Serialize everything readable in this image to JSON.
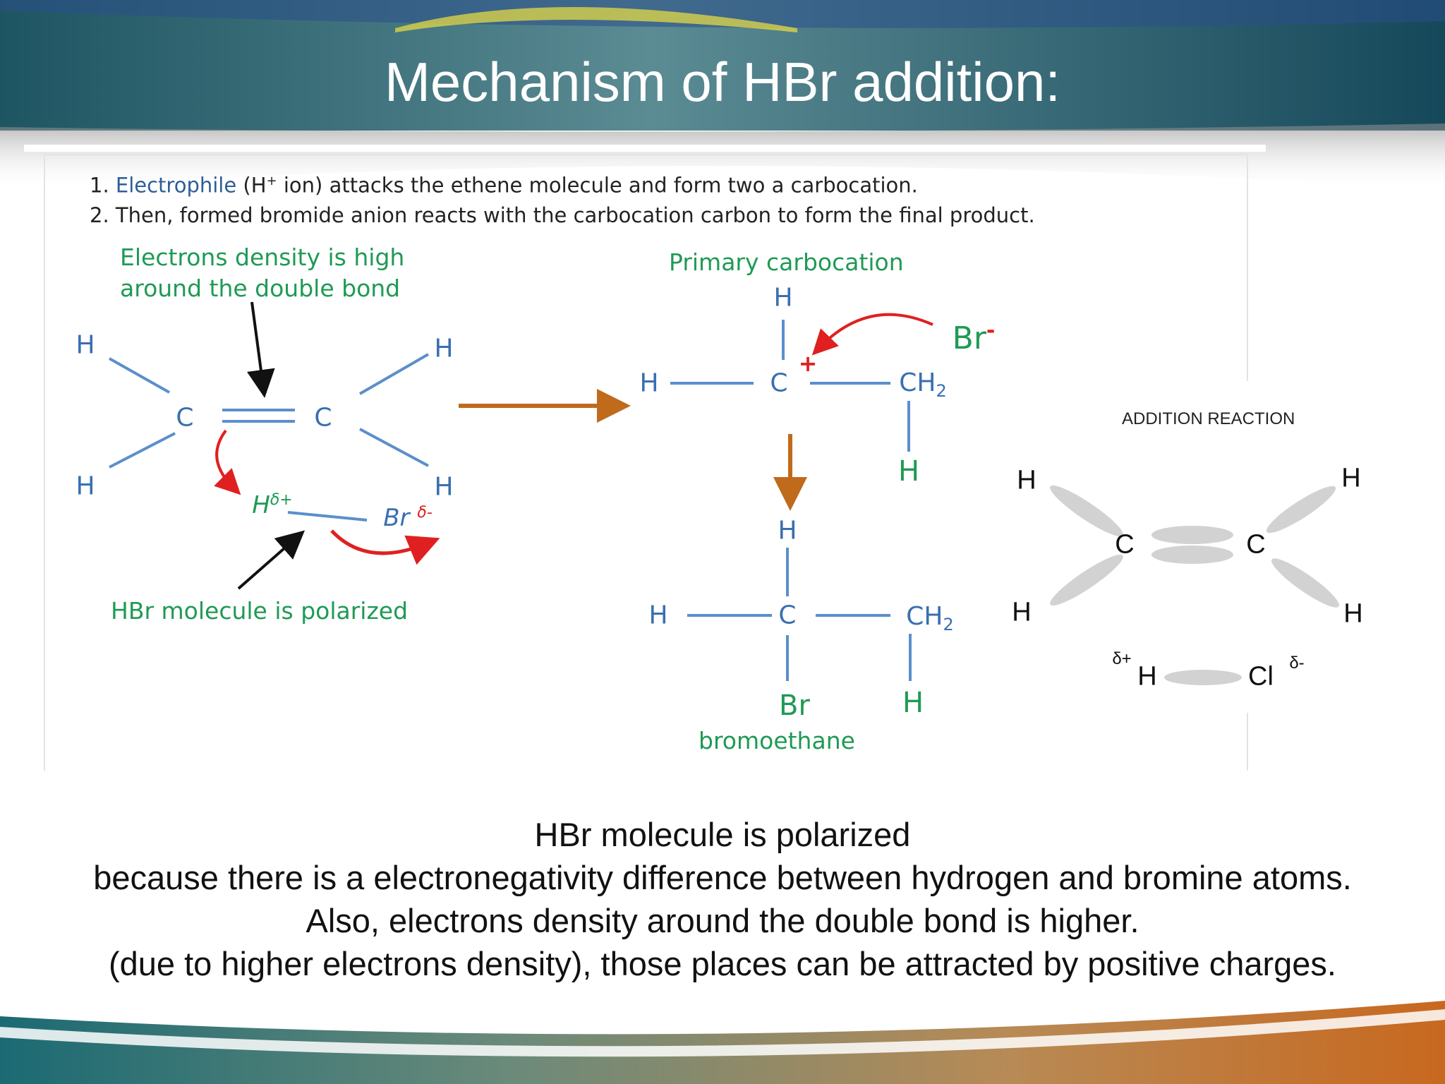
{
  "slide": {
    "title": "Mechanism of HBr addition:"
  },
  "steps": {
    "s1_num": "1.",
    "s1_a": "Electrophile",
    "s1_b": "(H",
    "s1_sup": "+",
    "s1_c": " ion) attacks the ethene molecule and form two a carbocation.",
    "s2_num": "2.",
    "s2_text": "Then, formed bromide anion reacts with the carbocation carbon to form the final product."
  },
  "ethene": {
    "density_label_1": "Electrons density is high",
    "density_label_2": "around the double bond",
    "polarized_label": "HBr molecule is polarized",
    "atom_c": "C",
    "atom_h": "H",
    "h_delta": "H",
    "h_delta_sup": "δ+",
    "br_delta": "Br",
    "br_delta_sup": "δ-"
  },
  "carbocation": {
    "label": "Primary carbocation",
    "atom_c": "C",
    "atom_h": "H",
    "plus": "+",
    "ch2": "CH",
    "ch2_sub": "2",
    "br": "Br",
    "br_sup": "-"
  },
  "product": {
    "atom_c": "C",
    "atom_h": "H",
    "ch2": "CH",
    "ch2_sub": "2",
    "br": "Br",
    "name": "bromoethane"
  },
  "addition_reaction": {
    "title": "ADDITION REACTION",
    "atom_c": "C",
    "atom_h": "H",
    "delta_plus": "δ+",
    "delta_minus": "δ-",
    "cl": "Cl"
  },
  "explanation": {
    "line1": "HBr molecule is polarized",
    "line2": "because there is a electronegativity difference between hydrogen and bromine atoms.",
    "line3": "Also, electrons density around the double bond is higher.",
    "line4": " (due to higher electrons density), those places can be attracted by positive charges."
  },
  "colors": {
    "header_teal": "#1f5866",
    "bond_blue": "#5b8fcb",
    "label_green": "#1f9a55",
    "arrow_red": "#e02020",
    "arrow_orange": "#c06a1c",
    "footer_orange": "#c8681f",
    "footer_teal": "#1b6a73"
  }
}
